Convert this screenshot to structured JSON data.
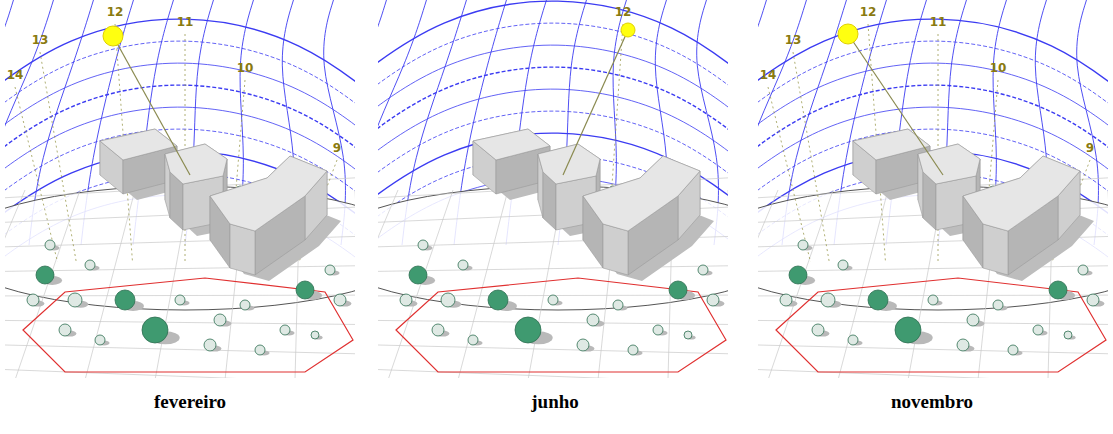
{
  "diagram": {
    "labels": [
      "12",
      "13",
      "14",
      "11",
      "10",
      "9",
      "12",
      "12",
      "13",
      "14",
      "11",
      "10",
      "9",
      "fevereiro",
      "junho",
      "novembro"
    ]
  }
}
